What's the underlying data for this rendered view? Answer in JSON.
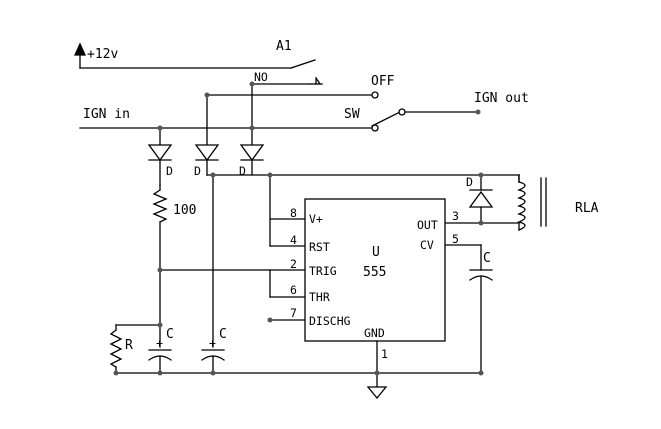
{
  "supply_label": "+12v",
  "switch_a1": {
    "name": "A1",
    "no_label": "NO"
  },
  "ignition_switch": {
    "name": "SW",
    "off_label": "OFF"
  },
  "ign_in_label": "IGN in",
  "ign_out_label": "IGN out",
  "diode_label": "D",
  "resistor_100_label": "100",
  "resistor_r_label": "R",
  "cap_label": "C",
  "cap_polarity": "+",
  "relay_label": "RLA",
  "ic": {
    "name": "U",
    "type": "555",
    "pins": {
      "vplus": {
        "num": "8",
        "name": "V+"
      },
      "rst": {
        "num": "4",
        "name": "RST"
      },
      "trig": {
        "num": "2",
        "name": "TRIG"
      },
      "thr": {
        "num": "6",
        "name": "THR"
      },
      "dischg": {
        "num": "7",
        "name": "DISCHG"
      },
      "out": {
        "num": "3",
        "name": "OUT"
      },
      "cv": {
        "num": "5",
        "name": "CV"
      },
      "gnd": {
        "num": "1",
        "name": "GND"
      }
    }
  }
}
